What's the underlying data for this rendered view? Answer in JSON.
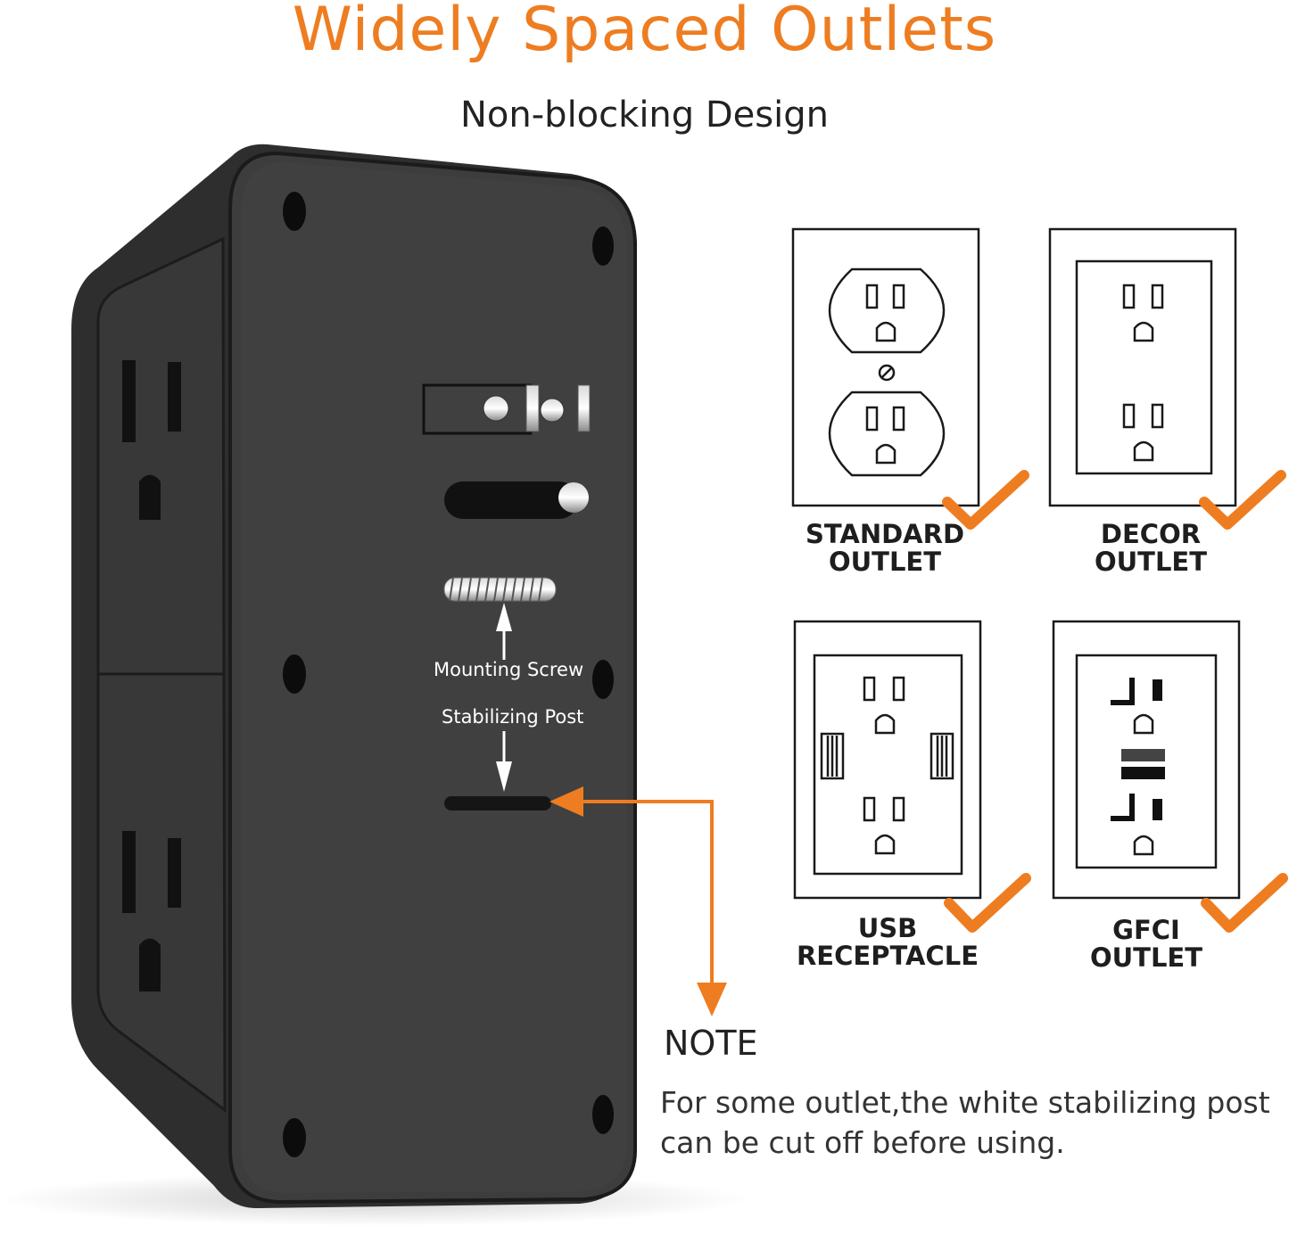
{
  "title": "Widely Spaced Outlets",
  "subtitle": "Non-blocking Design",
  "device": {
    "mounting_screw_label": "Mounting Screw",
    "stabilizing_post_label": "Stabilizing Post"
  },
  "outlets": [
    {
      "line1": "STANDARD",
      "line2": "OUTLET"
    },
    {
      "line1": "DECOR",
      "line2": "OUTLET"
    },
    {
      "line1": "USB",
      "line2": "RECEPTACLE"
    },
    {
      "line1": "GFCI",
      "line2": "OUTLET"
    }
  ],
  "note": {
    "title": "NOTE",
    "text_line1": "For some outlet,the white stabilizing post",
    "text_line2": "can be cut off before using."
  },
  "colors": {
    "accent": "#ee7d21",
    "device": "#3a3a3a",
    "outline": "#1a1a1a"
  }
}
